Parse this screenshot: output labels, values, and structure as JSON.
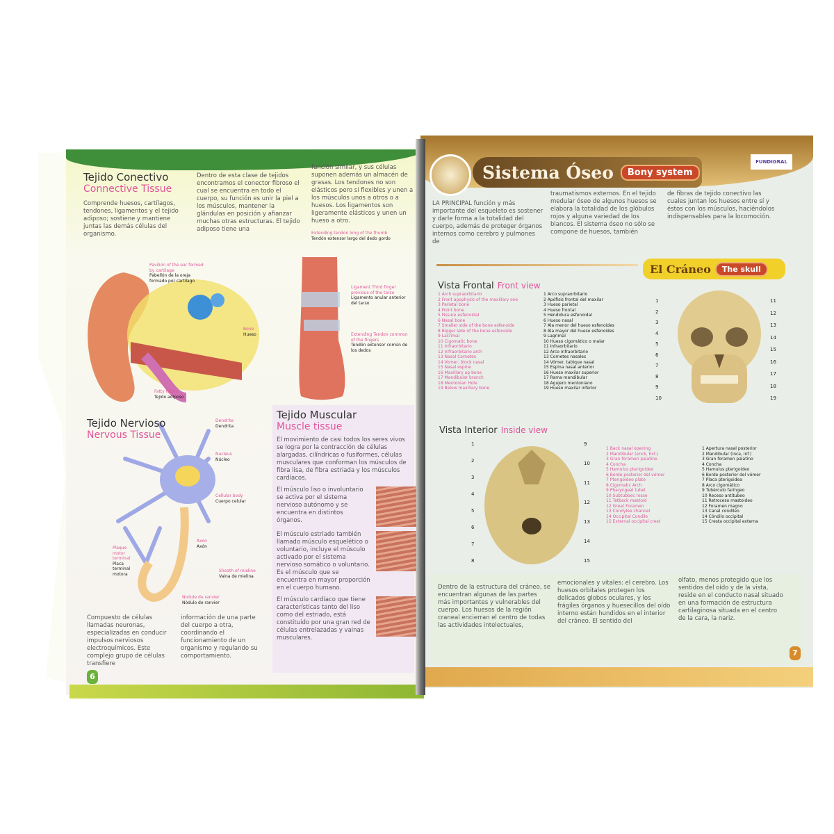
{
  "left_page": {
    "page_number": "6",
    "connective": {
      "title_es": "Tejido Conectivo",
      "title_en": "Connective Tissue",
      "col1": "Comprende huesos, cartílagos, tendones, ligamentos y el tejido adiposo; sostiene y mantiene juntas las demás células del organismo.",
      "col2": "Dentro de esta clase de tejidos encontramos el conector fibroso el cual se encuentra en todo el cuerpo, su función es unir la piel a los músculos, mantener la glándulas en posición y afianzar muchas otras estructuras. El tejido adiposo tiene una",
      "col3": "función similar, y sus células suponen además un almacén de grasas. Los tendones no son elásticos pero sí flexibles y unen a los músculos unos a otros o a huesos. Los ligamentos son ligeramente elásticos y unen un hueso a otro."
    },
    "ear_labels": [
      {
        "en": "Pavilion of the ear formed by cartilage",
        "es": "Pabellón de la oreja formado por cartílago"
      },
      {
        "en": "Bone",
        "es": "Hueso"
      },
      {
        "en": "Fatty fabric",
        "es": "Tejido adiposo"
      }
    ],
    "foot_labels": [
      {
        "en": "Extending tendon long of the thumb",
        "es": "Tendón extensor largo del dedo gordo"
      },
      {
        "en": "Ligament Third finger previous of the tarso",
        "es": "Ligamento anular anterior del tarso"
      },
      {
        "en": "Extending Tendon common of the fingers",
        "es": "Tendón extensor común de los dedos"
      }
    ],
    "nervous": {
      "title_es": "Tejido Nervioso",
      "title_en": "Nervous Tissue",
      "labels": [
        {
          "en": "Dendrite",
          "es": "Dendrita"
        },
        {
          "en": "Nucleus",
          "es": "Núcleo"
        },
        {
          "en": "Cellular body",
          "es": "Cuerpo celular"
        },
        {
          "en": "Axon",
          "es": "Axón"
        },
        {
          "en": "Sheath of mieline",
          "es": "Vaina de mielina"
        },
        {
          "en": "Nodule de ranvier",
          "es": "Nódulo de ranvier"
        },
        {
          "en": "Plaque motor terminal",
          "es": "Placa terminal motora"
        }
      ],
      "col1": "Compuesto de células llamadas neuronas, especializadas en conducir impulsos nerviosos electroquímicos. Este complejo grupo de células transfiere",
      "col2": "información de una parte del cuerpo a otra, coordinando el funcionamiento de un organismo y regulando su comportamiento."
    },
    "muscle": {
      "title_es": "Tejido Muscular",
      "title_en": "Muscle tissue",
      "intro": "El movimiento de casi todos los seres vivos se logra por la contracción de células alargadas, cilíndricas o fusiformes, células musculares que conforman los músculos de fibra lisa, de fibra estriada y los músculos cardíacos.",
      "smooth": "El músculo liso o involuntario se activa por el sistema nervioso autónomo y se encuentra en distintos órganos.",
      "striated": "El músculo estriado también llamado músculo esquelético o voluntario, incluye el músculo activado por el sistema nervioso somático o voluntario. Es el músculo que se encuentra en mayor proporción en el cuerpo humano.",
      "cardiac": "El músculo cardíaco que tiene características tanto del liso como del estriado, está constituido por una gran red de células entrelazadas y vainas musculares."
    }
  },
  "right_page": {
    "page_number": "7",
    "logo_text": "FUNDIGRAL",
    "header": {
      "title_es": "Sistema Óseo",
      "title_en": "Bony system"
    },
    "intro_col1": "LA PRINCIPAL función y más importante del esqueleto es sostener y darle forma a la totalidad del cuerpo, además de proteger órganos internos como cerebro y pulmones de",
    "intro_col2": "traumatismos externos. En el tejido medular óseo de algunos huesos se elabora la totalidad de los glóbulos rojos y alguna variedad de los blancos. El sistema óseo no sólo se compone de huesos, también",
    "intro_col3": "de fibras de tejido conectivo las cuales juntan los huesos entre sí y éstos con los músculos, haciéndolos indispensables para la locomoción.",
    "skull": {
      "title_es": "El Cráneo",
      "title_en": "The skull"
    },
    "front_view": {
      "title_es": "Vista Frontal",
      "title_en": "Front view",
      "labels_en": [
        "1 Arch supraorbitario",
        "2 Front apophysis of the maxillary one",
        "3 Parietal bone",
        "4 Front bone",
        "5 Fissure esfenoidal",
        "6 Nasal bone",
        "7 Smaller side of the bone esfenoide",
        "8 Bigger side of the bone esfenoide",
        "9 Lacrimal",
        "10 Cigomatic bone",
        "11 Infraorbitario",
        "12 Infraorbitario arch",
        "13 Nasal Cornetes",
        "14 Vomer, block nasal",
        "15 Nasal espine",
        "16 Maxillary up bone",
        "17 Mandibular branch",
        "18 Mentonian Hole",
        "19 Below maxillary bone"
      ],
      "labels_es": [
        "1 Arco supraorbitario",
        "2 Apófisis frontal del maxilar",
        "3 Hueso parietal",
        "4 Hueso frontal",
        "5 Hendidura esfenoidal",
        "6 Hueso nasal",
        "7 Ala menor del hueso esfenoides",
        "8 Ala mayor del hueso esfenoides",
        "9 Lagrimal",
        "10 Hueso cigomático o malar",
        "11 Infraorbitario",
        "12 Arco infraorbitario",
        "13 Cornetes nasales",
        "14 Vómer, tabique nasal",
        "15 Espina nasal anterior",
        "16 Hueso maxilar superior",
        "17 Rama mandibular",
        "18 Agujero mentoniano",
        "19 Hueso maxilar inferior"
      ],
      "numbers": [
        "1",
        "2",
        "3",
        "4",
        "5",
        "6",
        "7",
        "8",
        "9",
        "10",
        "11",
        "12",
        "13",
        "14",
        "15",
        "16",
        "17",
        "18",
        "19"
      ]
    },
    "inside_view": {
      "title_es": "Vista Interior",
      "title_en": "Inside view",
      "labels_en": [
        "1 Back nasal opening",
        "2 Mandibular (enck, Ext.)",
        "3 Gran foramen palatine",
        "4 Concha",
        "5 Hamulus pterigoideo",
        "6 Borde posterior del vómer",
        "7 Pterigoideo plate",
        "8 Cigomatic Arch",
        "9 Pharyngeal tubel",
        "10 Subtubbec resse",
        "11 Tetback mastoid",
        "12 Great Foramen",
        "13 Condylee channel",
        "14 Occipital Condile",
        "15 External occipital crest"
      ],
      "labels_es": [
        "1 Apertura nasal posterior",
        "2 Mandibular (inca, inf.)",
        "3 Gran foramen palatino",
        "4 Concha",
        "5 Hamulus pterigoideo",
        "6 Borde posterior del vómer",
        "7 Placa pterigoidea",
        "8 Arco cigomático",
        "9 Tubérculo faríngeo",
        "10 Receso antitubeo",
        "11 Retroceso mastoideo",
        "12 Foramen magno",
        "13 Canal condíleo",
        "14 Cóndilo occipital",
        "15 Cresta occipital externa"
      ],
      "numbers": [
        "1",
        "2",
        "3",
        "4",
        "5",
        "6",
        "7",
        "8",
        "9",
        "10",
        "11",
        "12",
        "13",
        "14",
        "15"
      ]
    },
    "bottom_col1": "Dentro de la estructura del cráneo, se encuentran algunas de las partes más importantes y vulnerables del cuerpo. Los huesos de la región craneal encierran el centro de todas las actividades intelectuales,",
    "bottom_col2": "emocionales y vitales: el cerebro. Los huesos orbitales protegen los delicados globos oculares, y los frágiles órganos y huesecillos del oído interno están hundidos en el interior del cráneo. El sentido del",
    "bottom_col3": "olfato, menos protegido que los sentidos del oído y de la vista, reside en el conducto nasal situado en una formación de estructura cartilaginosa situada en el centro de la cara, la nariz."
  },
  "colors": {
    "left_accent": "#3f8f3a",
    "pink": "#e0559a",
    "right_accent": "#a5752c",
    "skull_banner": "#f2d02a",
    "pill": "#c9482a"
  }
}
